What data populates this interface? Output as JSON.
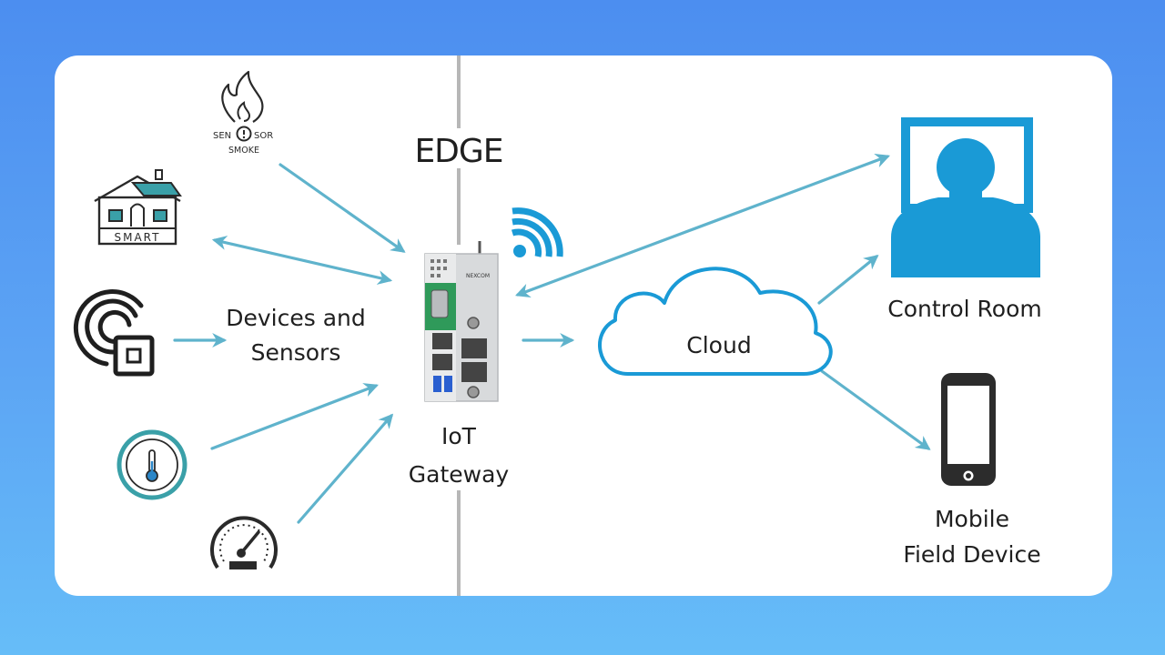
{
  "labels": {
    "edge": "EDGE",
    "devices_line1": "Devices and",
    "devices_line2": "Sensors",
    "gateway_line1": "IoT",
    "gateway_line2": "Gateway",
    "cloud": "Cloud",
    "control_room": "Control Room",
    "mobile_line1": "Mobile",
    "mobile_line2": "Field Device"
  },
  "icon_text": {
    "smoke_sen": "SEN",
    "smoke_sor": "SOR",
    "smoke_sub": "SMOKE",
    "smart": "SMART",
    "gateway_brand": "NEXCOM"
  },
  "icons": [
    "smoke-sensor-icon",
    "smart-home-icon",
    "rfid-icon",
    "thermometer-gauge-icon",
    "speedometer-icon",
    "wifi-icon",
    "iot-gateway-device",
    "cloud-icon",
    "control-room-person-icon",
    "mobile-phone-icon"
  ],
  "colors": {
    "arrow": "#5fb3cc",
    "icon_blue": "#1a9ad6",
    "dark": "#2a2a2a",
    "teal": "#3aa0a8"
  }
}
